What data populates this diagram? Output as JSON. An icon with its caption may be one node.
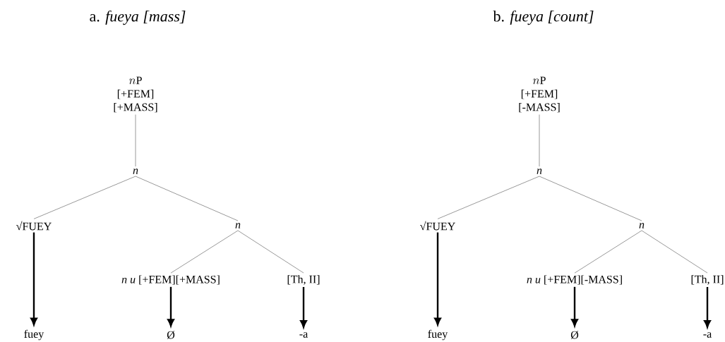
{
  "diagram": {
    "nodes": [
      {
        "text": [
          "n\\mathrm{P}",
          "[+FEM]",
          "[+MASS]"
        ]
      },
      {
        "text": [
          "*n*"
        ]
      },
      {
        "text": [
          "√FUEY"
        ]
      },
      {
        "text": [
          "*n*"
        ]
      },
      {
        "text": [
          "*n* *u* [+FEM][+MASS]"
        ]
      },
      {
        "text": [
          "[Th, II]"
        ]
      },
      {
        "text": [
          "fuey"
        ]
      },
      {
        "text": [
          "Ø"
        ]
      },
      {
        "text": [
          "-a"
        ]
      },
      {
        "text": [
          "n\\mathrm{P}",
          "[+FEM]",
          "[-MASS]"
        ]
      },
      {
        "text": [
          "*n*"
        ]
      },
      {
        "text": [
          "√FUEY"
        ]
      },
      {
        "text": [
          "*n*"
        ]
      },
      {
        "text": [
          "*n* *u* [+FEM][-MASS]"
        ]
      },
      {
        "text": [
          "[Th, II]"
        ]
      },
      {
        "text": [
          "fuey"
        ]
      },
      {
        "text": [
          "Ø"
        ]
      },
      {
        "text": [
          "-a"
        ]
      }
    ],
    "edges": [
      {
        "from": 0,
        "to": 1,
        "arrow": "none"
      },
      {
        "from": 1,
        "to": 2,
        "arrow": "none"
      },
      {
        "from": 1,
        "to": 3,
        "arrow": "none"
      },
      {
        "from": 3,
        "to": 4,
        "arrow": "none"
      },
      {
        "from": 3,
        "to": 5,
        "arrow": "none"
      },
      {
        "from": 2,
        "to": 6,
        "arrow": "to",
        "style": "thick"
      },
      {
        "from": 4,
        "to": 7,
        "arrow": "to",
        "style": "thick"
      },
      {
        "from": 5,
        "to": 8,
        "arrow": "to",
        "style": "thick"
      },
      {
        "from": 9,
        "to": 10,
        "arrow": "none"
      },
      {
        "from": 10,
        "to": 11,
        "arrow": "none"
      },
      {
        "from": 10,
        "to": 12,
        "arrow": "none"
      },
      {
        "from": 12,
        "to": 13,
        "arrow": "none"
      },
      {
        "from": 12,
        "to": 14,
        "arrow": "none"
      },
      {
        "from": 11,
        "to": 15,
        "arrow": "to",
        "style": "thick"
      },
      {
        "from": 13,
        "to": 16,
        "arrow": "to",
        "style": "thick"
      },
      {
        "from": 14,
        "to": 17,
        "arrow": "to",
        "style": "thick"
      }
    ],
    "labels": [
      "a. *fueya [mass]*",
      "b. *fueya [count]*"
    ]
  }
}
